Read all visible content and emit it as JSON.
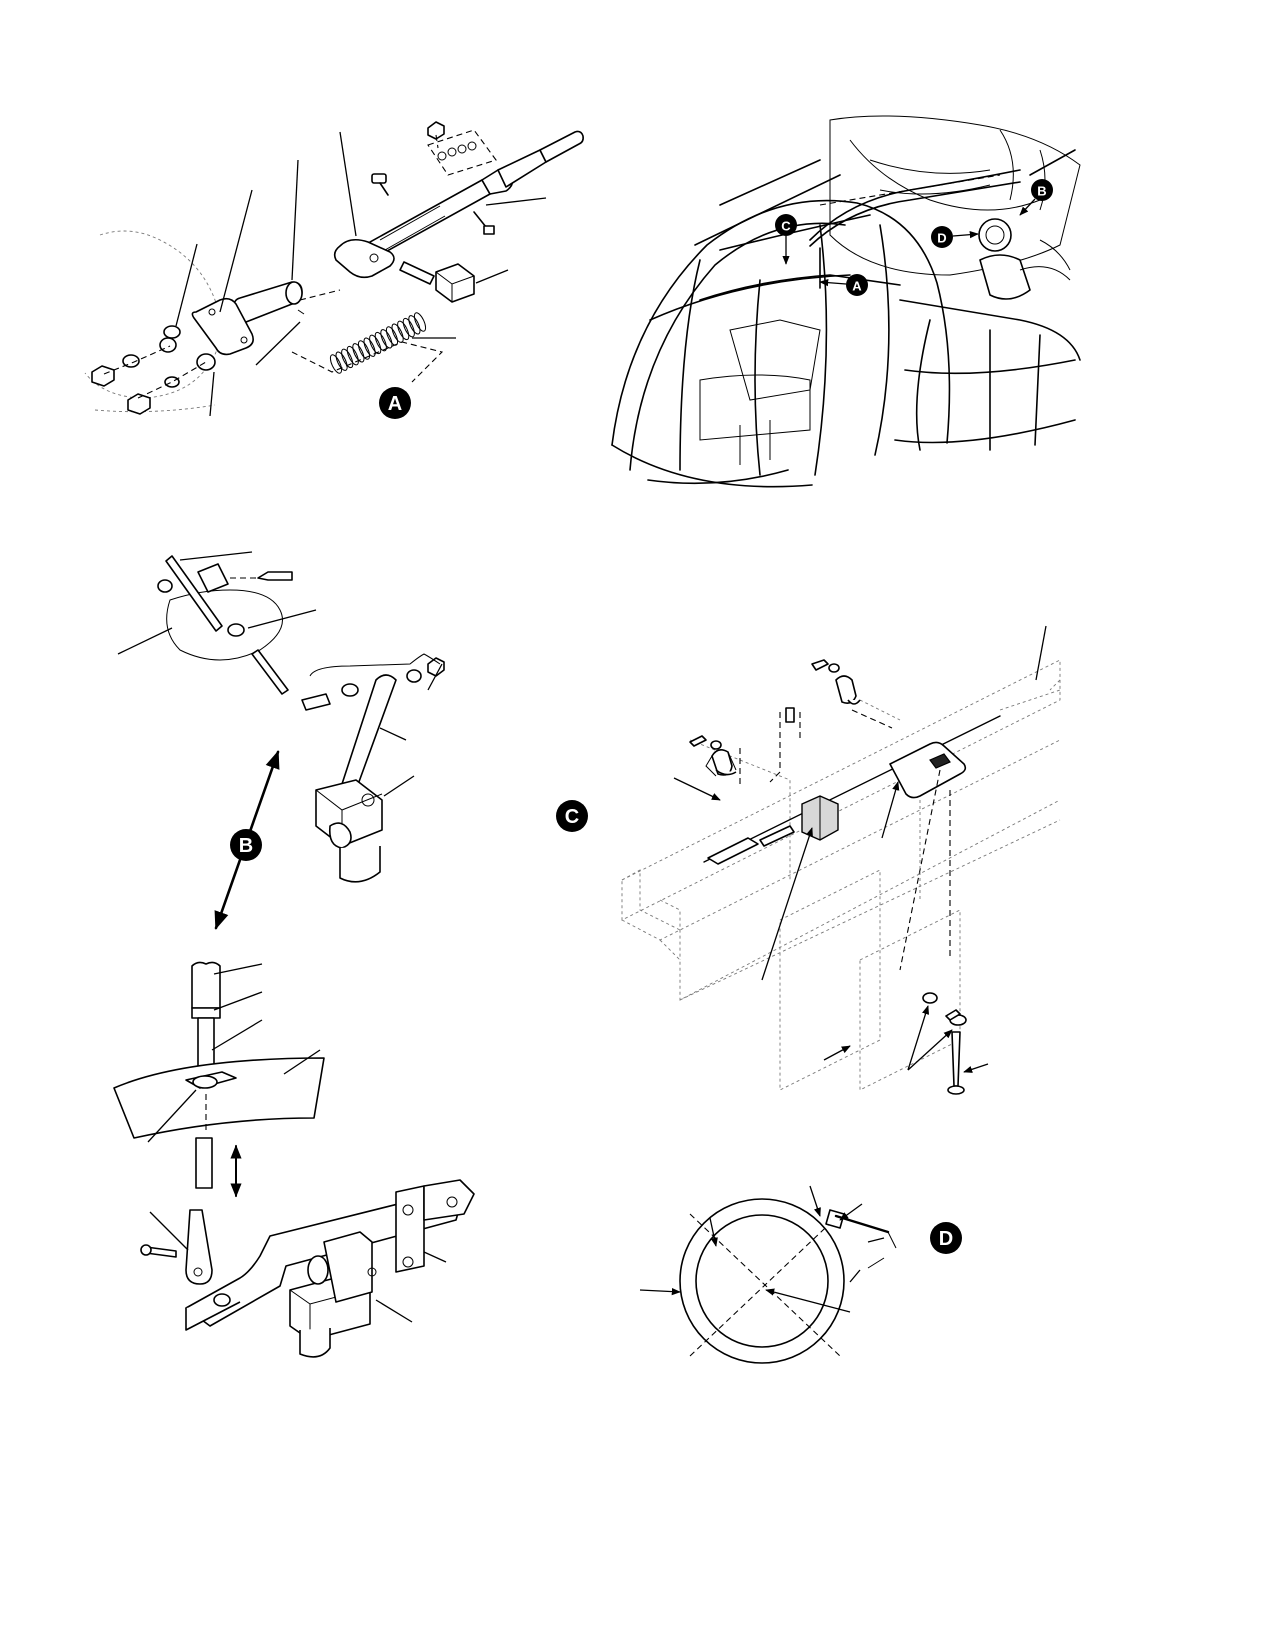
{
  "callouts": {
    "detail_a": "A",
    "detail_b": "B",
    "detail_c": "C",
    "detail_d": "D"
  },
  "overview_callouts": {
    "a": "A",
    "b": "B",
    "c": "C",
    "d": "D"
  },
  "colors": {
    "ink": "#000000",
    "paper": "#ffffff",
    "ghost_line": "#777777"
  }
}
